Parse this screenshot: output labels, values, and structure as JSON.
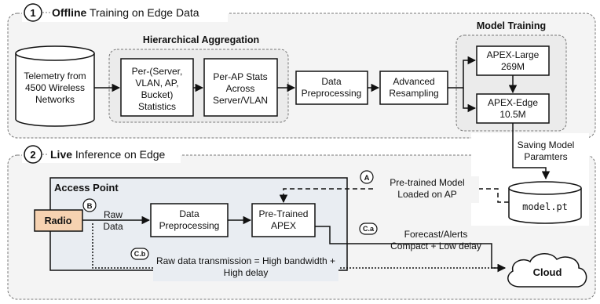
{
  "section1": {
    "number": "1",
    "title_bold": "Offline",
    "title_rest": " Training on Edge Data",
    "group_hier_title": "Hierarchical Aggregation",
    "group_train_title": "Model Training",
    "telemetry": [
      "Telemetry from",
      "4500 Wireless",
      "Networks"
    ],
    "per_server": [
      "Per-(Server,",
      "VLAN, AP,",
      "Bucket)",
      "Statistics"
    ],
    "per_ap": [
      "Per-AP Stats",
      "Across",
      "Server/VLAN"
    ],
    "data_prep": [
      "Data",
      "Preprocessing"
    ],
    "resampling": [
      "Advanced",
      "Resampling"
    ],
    "apex_large": [
      "APEX-Large",
      "269M"
    ],
    "apex_edge": [
      "APEX-Edge",
      "10.5M"
    ],
    "saving": [
      "Saving Model",
      "Paramters"
    ]
  },
  "section2": {
    "number": "2",
    "title_bold": "Live",
    "title_rest": " Inference on Edge",
    "access_point": "Access Point",
    "radio": "Radio",
    "badge_b": "B",
    "raw_data": [
      "Raw",
      "Data"
    ],
    "data_prep": [
      "Data",
      "Preprocessing"
    ],
    "pretrained": [
      "Pre-Trained",
      "APEX"
    ],
    "model_file": "model.pt",
    "cloud": "Cloud",
    "badge_a": "A",
    "loaded": [
      "Pre-trained Model",
      "Loaded on AP"
    ],
    "badge_ca": "C.a",
    "forecast": [
      "Forecast/Alerts",
      "Compact + Low delay"
    ],
    "badge_cb": "C.b",
    "rawtx": [
      "Raw data transmission = High bandwidth +",
      "High delay"
    ]
  },
  "colors": {
    "radio_fill": "#f6d2b1",
    "panel_fill": "#f4f4f4",
    "ap_fill": "#e9edf2",
    "stroke": "#111111"
  }
}
